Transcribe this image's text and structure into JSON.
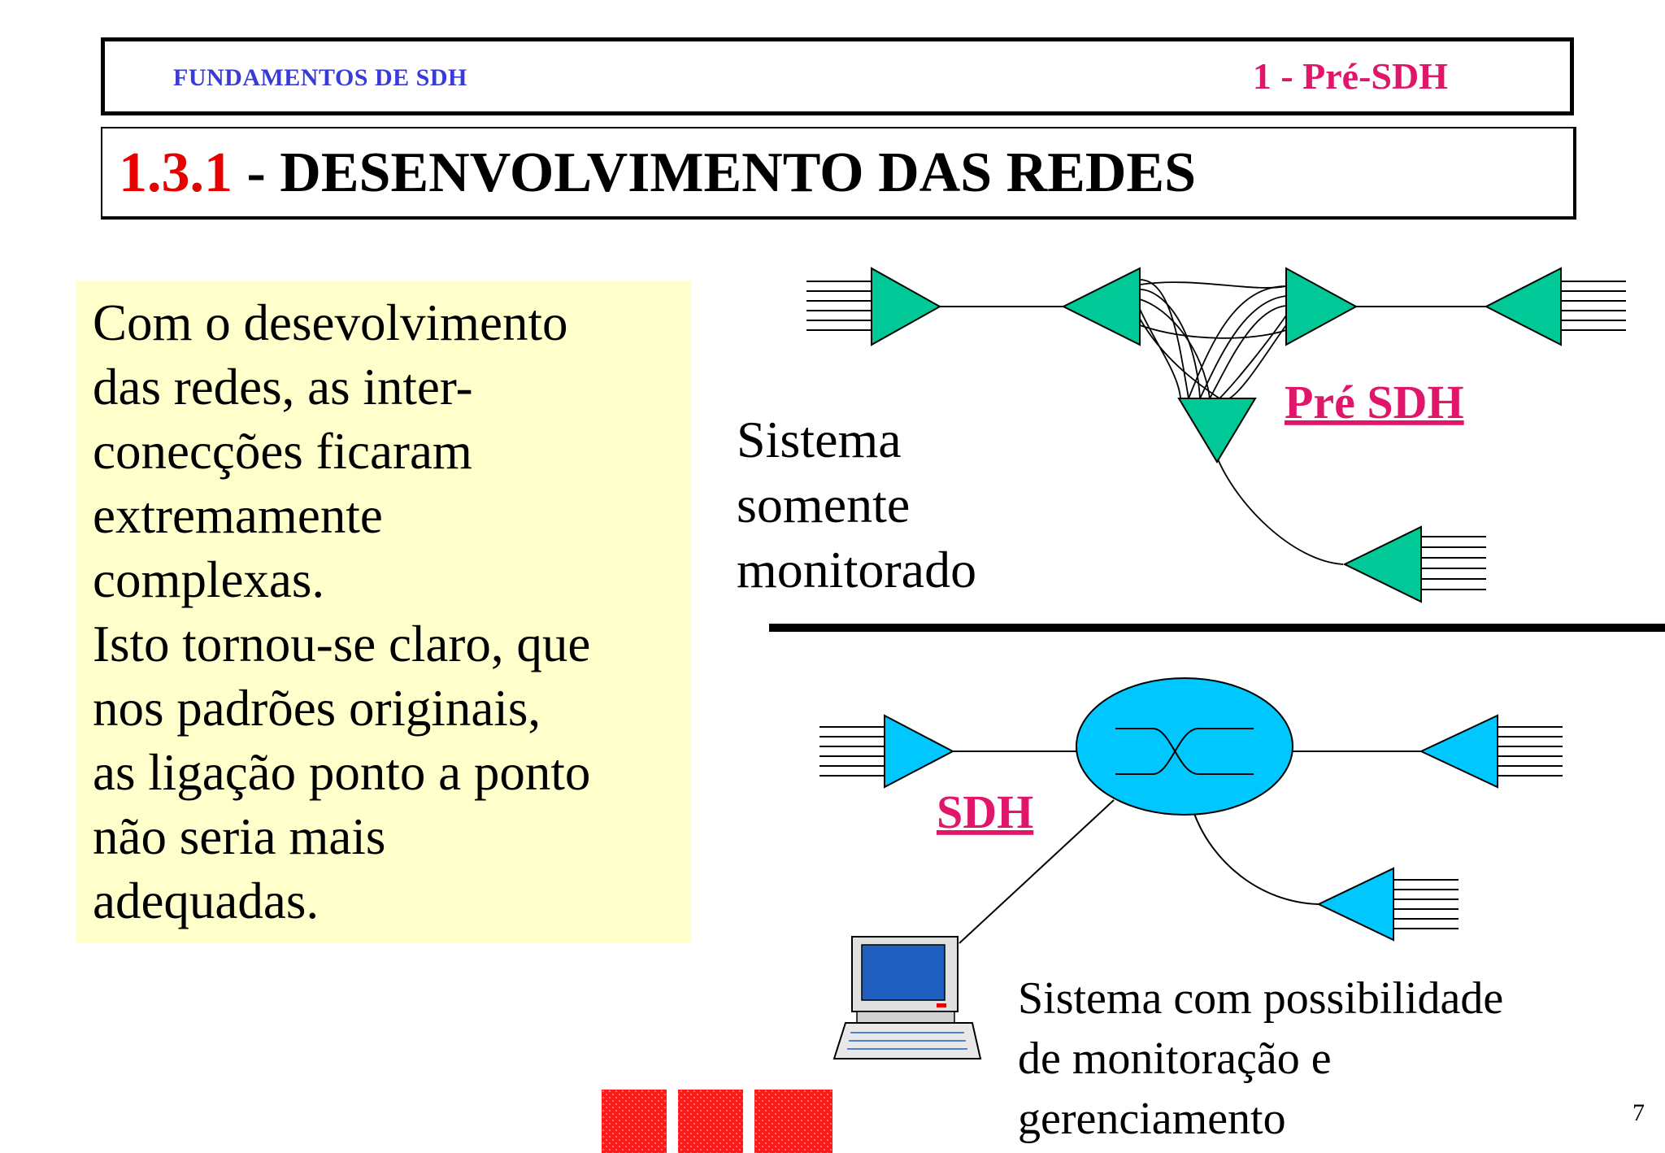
{
  "header": {
    "course_title": "FUNDAMENTOS DE SDH",
    "chapter_title": "1 - Pré-SDH"
  },
  "section": {
    "number": "1.3.1",
    "title": " - DESENVOLVIMENTO DAS REDES"
  },
  "text_box": {
    "lines": [
      "Com o desevolvimento",
      "das redes, as inter-",
      "conecções ficaram",
      "extremamente",
      "complexas.",
      "Isto tornou-se claro, que",
      "nos padrões originais,",
      "as ligação ponto a ponto",
      "não seria mais",
      "adequadas."
    ]
  },
  "diagram": {
    "pre_sdh_label": "Pré SDH",
    "pre_sdh_caption": [
      "Sistema",
      "somente",
      "monitorado"
    ],
    "sdh_label": "SDH",
    "sdh_caption": [
      "Sistema com possibilidade",
      "de monitoração e",
      "gerenciamento"
    ]
  },
  "page_number": "7",
  "colors": {
    "pre_sdh_node": "#00c896",
    "sdh_node": "#00c8ff",
    "label_magenta": "#e0166a",
    "course_title": "#3a3ad6",
    "section_number": "#e60000",
    "text_box_bg": "#ffffcc",
    "logo_red": "#ff1a1a"
  },
  "icons": [
    "computer-terminal-icon",
    "logo-squares"
  ]
}
